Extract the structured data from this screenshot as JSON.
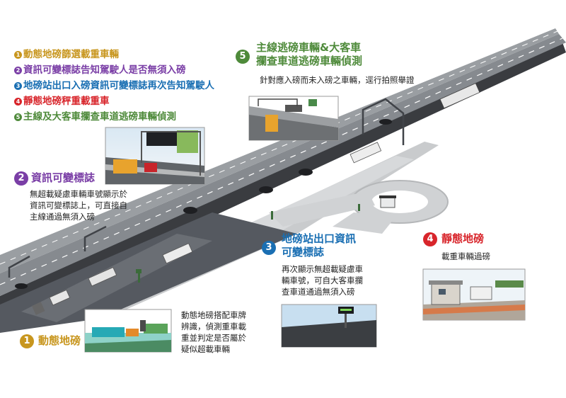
{
  "legend": [
    {
      "num": "1",
      "text": "動態地磅篩選載重車輛",
      "color": "#c8961e"
    },
    {
      "num": "2",
      "text": "資訊可變標誌告知駕駛人是否無須入磅",
      "color": "#7a3ea6"
    },
    {
      "num": "3",
      "text": "地磅站出口入磅資訊可變標誌再次告知駕駛人",
      "color": "#1a6fb3"
    },
    {
      "num": "4",
      "text": "靜態地磅秤重載重車",
      "color": "#d8252b"
    },
    {
      "num": "5",
      "text": "主線及大客車攔查車道逃磅車輛偵測",
      "color": "#4e8a3a"
    }
  ],
  "sections": {
    "s1": {
      "num": "1",
      "title": "動態地磅",
      "color": "#c8961e",
      "desc": [
        "動態地磅搭配車牌",
        "辨識，偵測重車載",
        "重並判定是否屬於",
        "疑似超載車輛"
      ]
    },
    "s2": {
      "num": "2",
      "title": "資訊可變標誌",
      "color": "#7a3ea6",
      "desc": [
        "無超載疑慮車輛車號顯示於",
        "資訊可變標誌上，可直接自",
        "主線通過無須入磅"
      ]
    },
    "s3": {
      "num": "3",
      "title_lines": [
        "地磅站出口資訊",
        "可變標誌"
      ],
      "color": "#1a6fb3",
      "desc": [
        "再次顯示無超載疑慮車",
        "輛車號，可自大客車攔",
        "查車道通過無須入磅"
      ]
    },
    "s4": {
      "num": "4",
      "title": "靜態地磅",
      "color": "#d8252b",
      "desc": [
        "載重車輛過磅"
      ]
    },
    "s5": {
      "num": "5",
      "title_lines": [
        "主線逃磅車輛&大客車",
        "攔查車道逃磅車輛偵測"
      ],
      "color": "#4e8a3a",
      "desc": [
        "針對應入磅而未入磅之車輛，逕行拍照舉證"
      ]
    }
  }
}
